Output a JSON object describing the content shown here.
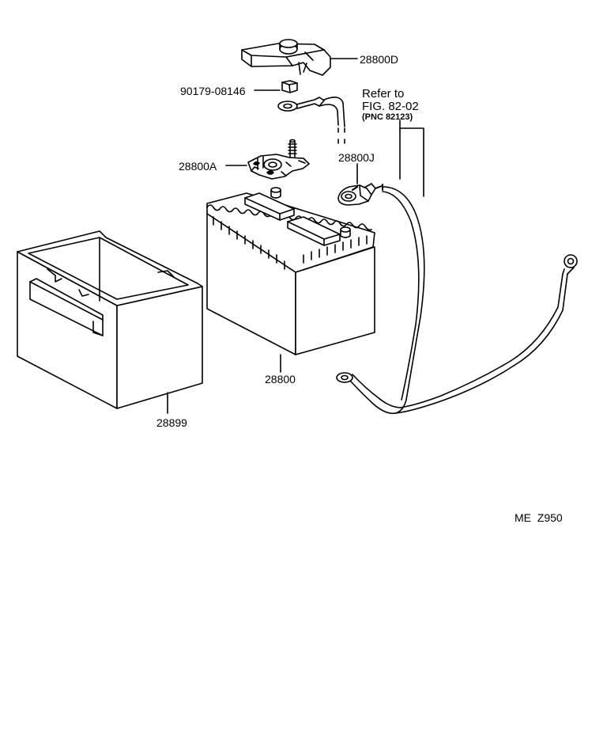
{
  "diagram": {
    "line_color": "#000000",
    "fill_color": "#ffffff",
    "parts": [
      {
        "key": "terminal_cover",
        "number": "28800D"
      },
      {
        "key": "nut",
        "number": "90179-08146"
      },
      {
        "key": "positive_terminal_clamp",
        "number": "28800A"
      },
      {
        "key": "negative_terminal_cable",
        "number": "28800J"
      },
      {
        "key": "battery",
        "number": "28800"
      },
      {
        "key": "battery_tray",
        "number": "28899"
      }
    ],
    "reference": {
      "line1": "Refer to",
      "line2": "FIG. 82-02",
      "line3": "(PNC  82123)"
    },
    "figure_code": "ME  Z950"
  }
}
